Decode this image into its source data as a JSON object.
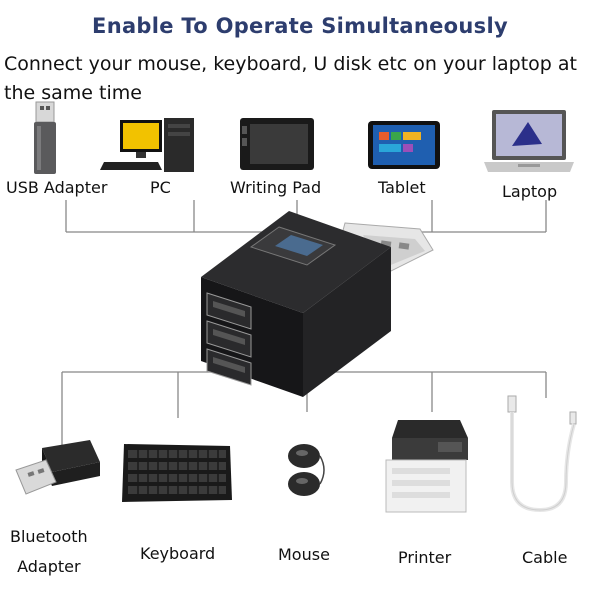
{
  "title": "Enable To Operate Simultaneously",
  "subtitle": "Connect your mouse, keyboard, U disk etc on your laptop at the same time",
  "top_devices": [
    {
      "label": "USB Adapter",
      "icon": "usb-adapter-icon"
    },
    {
      "label": "PC",
      "icon": "pc-icon"
    },
    {
      "label": "Writing Pad",
      "icon": "writing-pad-icon"
    },
    {
      "label": "Tablet",
      "icon": "tablet-icon"
    },
    {
      "label": "Laptop",
      "icon": "laptop-icon"
    }
  ],
  "bottom_devices": [
    {
      "label_line1": "Bluetooth",
      "label_line2": "Adapter",
      "icon": "bluetooth-adapter-icon"
    },
    {
      "label_line1": "Keyboard",
      "label_line2": "",
      "icon": "keyboard-icon"
    },
    {
      "label_line1": "Mouse",
      "label_line2": "",
      "icon": "mouse-icon"
    },
    {
      "label_line1": "Printer",
      "label_line2": "",
      "icon": "printer-icon"
    },
    {
      "label_line1": "Cable",
      "label_line2": "",
      "icon": "cable-icon"
    }
  ],
  "hub": {
    "icon": "usb-hub-icon"
  },
  "colors": {
    "title": "#2d3d6e",
    "connector": "#888888",
    "hub_body": "#1c1c1e"
  }
}
